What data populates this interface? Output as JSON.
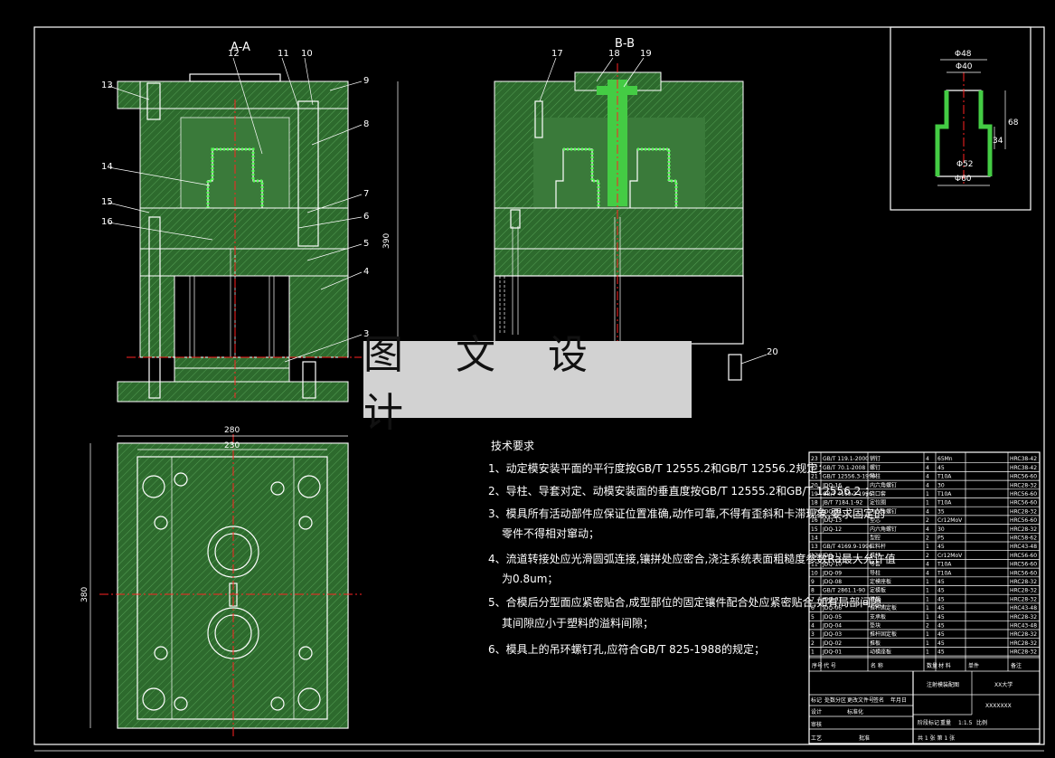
{
  "section_labels": {
    "aa": "A-A",
    "bb": "B-B"
  },
  "watermark": "图 文 设 计",
  "part_numbers_aa": [
    "13",
    "12",
    "11",
    "10",
    "9",
    "8",
    "14",
    "7",
    "15",
    "6",
    "16",
    "5",
    "4",
    "3"
  ],
  "part_numbers_bb": [
    "17",
    "18",
    "19",
    "20"
  ],
  "dimensions": {
    "height_390": "390",
    "width_280": "280",
    "width_230": "230",
    "height_380": "380",
    "detail_d48": "Φ48",
    "detail_d40": "Φ40",
    "detail_d52": "Φ52",
    "detail_d60": "Φ60",
    "detail_h68": "68",
    "detail_h34": "34"
  },
  "tech_requirements": {
    "title": "技术要求",
    "items": [
      "1、动定模安装平面的平行度按GB/T 12555.2和GB/T 12556.2规定；",
      "2、导柱、导套对定、动模安装面的垂直度按GB/T 12555.2和GB/T 12556.2 ；",
      "3、模具所有活动部件应保证位置准确,动作可靠,不得有歪斜和卡滞现象,要求固定的",
      "零件不得相对窜动；",
      "4、流道转接处应光滑圆弧连接,镶拼处应密合,浇注系统表面粗糙度参数Ra最大允许值",
      "为0.8um；",
      "5、合模后分型面应紧密贴合,成型部位的固定镶件配合处应紧密贴合,如有局部间隙,",
      "其间隙应小于塑料的溢料间隙；",
      "6、模具上的吊环螺钉孔,应符合GB/T 825-1988的规定；"
    ]
  },
  "bom": {
    "rows": [
      [
        "23",
        "GB/T 119.1-2000",
        "销钉",
        "4",
        "65Mn",
        "",
        "HRC38-42"
      ],
      [
        "22",
        "GB/T 70.1-2008",
        "螺钉",
        "4",
        "45",
        "",
        "HRC38-42"
      ],
      [
        "21",
        "GB/T 12556.3-1996",
        "导柱",
        "4",
        "T10A",
        "",
        "HRC56-60"
      ],
      [
        "20",
        "JDQ-16",
        "内六角螺钉",
        "4",
        "30",
        "",
        "HRC28-32"
      ],
      [
        "19",
        "GB/T 4169.2-1996",
        "浇口套",
        "1",
        "T10A",
        "",
        "HRC56-60"
      ],
      [
        "18",
        "JB/T 7184.1-92",
        "定位圈",
        "1",
        "T10A",
        "",
        "HRC56-60"
      ],
      [
        "17",
        "JDQ-14",
        "内六角螺钉",
        "4",
        "35",
        "",
        "HRC28-32"
      ],
      [
        "16",
        "JDQ-13",
        "型芯",
        "2",
        "Cr12MoV",
        "",
        "HRC56-60"
      ],
      [
        "15",
        "JDQ-12",
        "内六角螺钉",
        "4",
        "30",
        "",
        "HRC28-32"
      ],
      [
        "14",
        "",
        "型腔",
        "2",
        "P5",
        "",
        "HRC58-62"
      ],
      [
        "13",
        "GB/T 4169.9-1996",
        "拉料杆",
        "1",
        "45",
        "",
        "HRC43-48"
      ],
      [
        "12",
        "JDQ-11",
        "推杆",
        "2",
        "Cr12MoV",
        "",
        "HRC56-60"
      ],
      [
        "11",
        "JDQ-10",
        "导套",
        "4",
        "T10A",
        "",
        "HRC56-60"
      ],
      [
        "10",
        "JDQ-09",
        "导柱",
        "4",
        "T10A",
        "",
        "HRC56-60"
      ],
      [
        "9",
        "JDQ-08",
        "定模座板",
        "1",
        "45",
        "",
        "HRC28-32"
      ],
      [
        "8",
        "GB/T 2861.1-90",
        "定模板",
        "1",
        "45",
        "",
        "HRC28-32"
      ],
      [
        "7",
        "JDQ-07",
        "推板",
        "1",
        "45",
        "",
        "HRC28-32"
      ],
      [
        "6",
        "JDQ-06",
        "推杆固定板",
        "1",
        "45",
        "",
        "HRC43-48"
      ],
      [
        "5",
        "JDQ-05",
        "支承板",
        "1",
        "45",
        "",
        "HRC28-32"
      ],
      [
        "4",
        "JDQ-04",
        "垫块",
        "2",
        "45",
        "",
        "HRC43-48"
      ],
      [
        "3",
        "JDQ-03",
        "推杆固定板",
        "1",
        "45",
        "",
        "HRC28-32"
      ],
      [
        "2",
        "JDQ-02",
        "推板",
        "1",
        "45",
        "",
        "HRC28-32"
      ],
      [
        "1",
        "JDQ-01",
        "动模座板",
        "1",
        "45",
        "",
        "HRC28-32"
      ]
    ],
    "header": [
      "序号",
      "代 号",
      "名 称",
      "数量",
      "材 料",
      "单件",
      "备注"
    ],
    "title_block": {
      "drawing_name": "注射模装配图",
      "school": "XX大学",
      "code": "XXXXXXX",
      "scale": "1:1.5",
      "sheet_info": "共 1 张  第 1 张",
      "labels": [
        "标记",
        "处数",
        "分区",
        "更改文件号",
        "签名",
        "年月日",
        "设计",
        "审核",
        "工艺",
        "批准",
        "标准化",
        "阶段标记",
        "重量",
        "比例"
      ]
    }
  }
}
